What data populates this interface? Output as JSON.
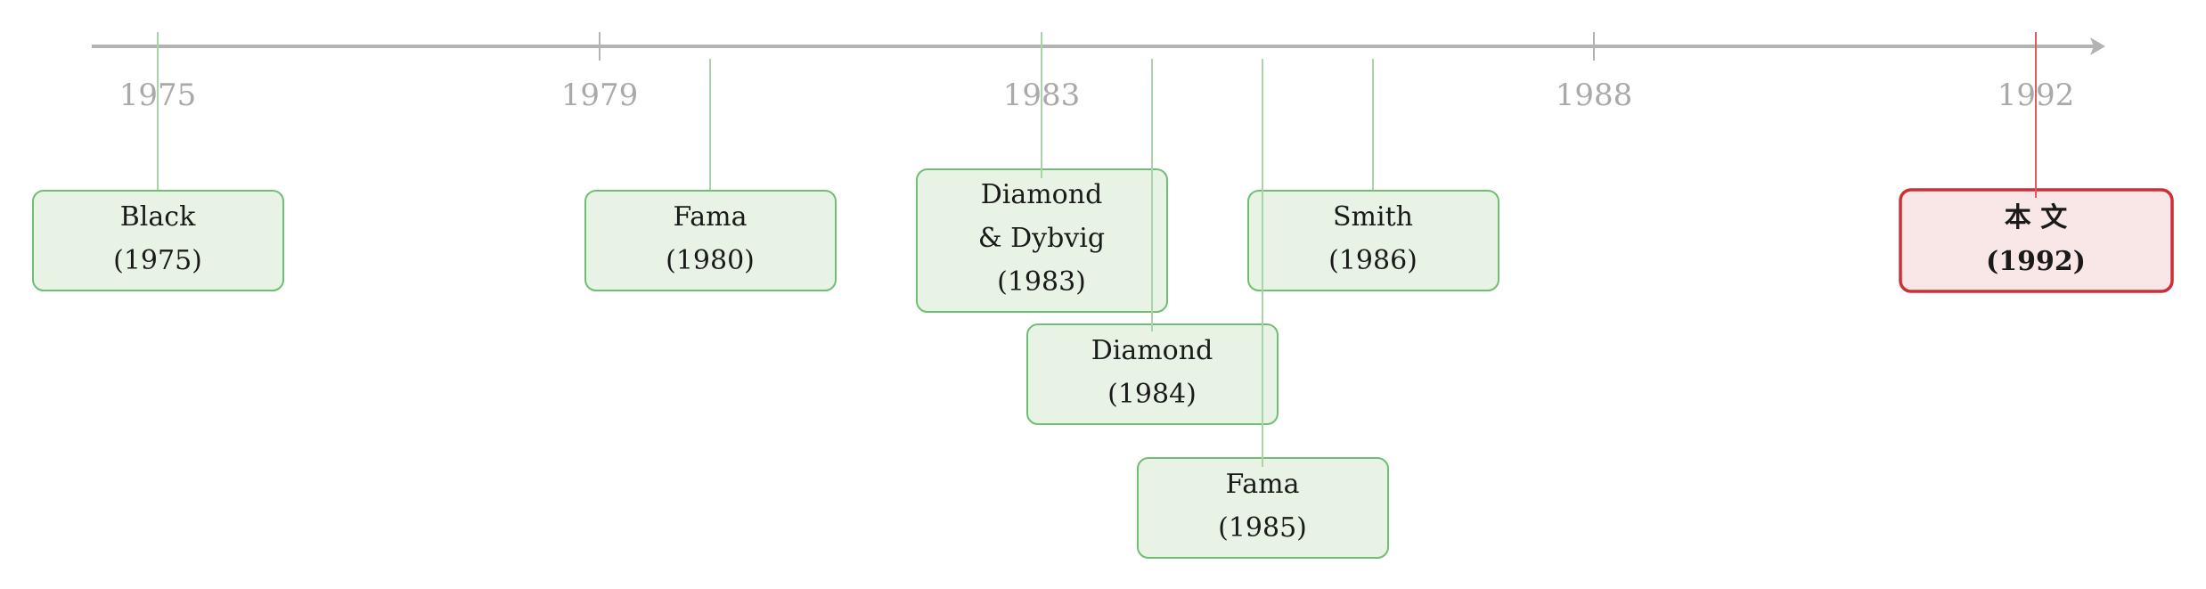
{
  "axis": {
    "ticks": [
      {
        "year": "1975"
      },
      {
        "year": "1979"
      },
      {
        "year": "1983"
      },
      {
        "year": "1988"
      },
      {
        "year": "1992"
      }
    ]
  },
  "events": [
    {
      "id": "black-1975",
      "lines": [
        "Black",
        "(1975)"
      ]
    },
    {
      "id": "fama-1980",
      "lines": [
        "Fama",
        "(1980)"
      ]
    },
    {
      "id": "diamond-dybvig-1983",
      "lines": [
        "Diamond",
        "& Dybvig",
        "(1983)"
      ]
    },
    {
      "id": "diamond-1984",
      "lines": [
        "Diamond",
        "(1984)"
      ]
    },
    {
      "id": "fama-1985",
      "lines": [
        "Fama",
        "(1985)"
      ]
    },
    {
      "id": "smith-1986",
      "lines": [
        "Smith",
        "(1986)"
      ]
    },
    {
      "id": "this-paper-1992",
      "lines": [
        "本 文",
        "(1992)"
      ],
      "highlight": true
    }
  ],
  "colors": {
    "axis": "#b3b3b3",
    "tick_label": "#a9a9a9",
    "box_fill": "#e8f3e6",
    "box_stroke": "#6fbf73",
    "connector": "#a8d5a8",
    "highlight_fill": "#f9e6e7",
    "highlight_stroke": "#cc2f35",
    "highlight_connector": "#e05a5e"
  }
}
